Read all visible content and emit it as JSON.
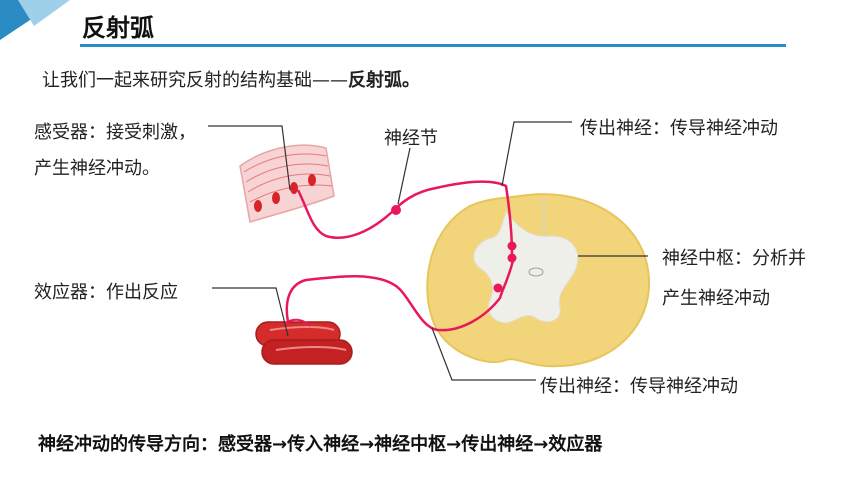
{
  "header": {
    "title": "反射弧"
  },
  "intro": {
    "text": "让我们一起来研究反射的结构基础——",
    "emphasis": "反射弧。"
  },
  "labels": {
    "receptor_line1": "感受器：接受刺激，",
    "receptor_line2": "产生神经冲动。",
    "ganglion": "神经节",
    "afferent": "传出神经：传导神经冲动",
    "center_line1": "神经中枢：分析并",
    "center_line2": "产生神经冲动",
    "effector": "效应器：作出反应",
    "efferent": "传出神经：传导神经冲动"
  },
  "footer": {
    "text": "神经冲动的传导方向：感受器→传入神经→神经中枢→传出神经→效应器"
  },
  "colors": {
    "accent": "#2b8cc4",
    "nerve": "#e8185a",
    "cord": "#f2d57a",
    "muscle": "#d62b2b"
  }
}
